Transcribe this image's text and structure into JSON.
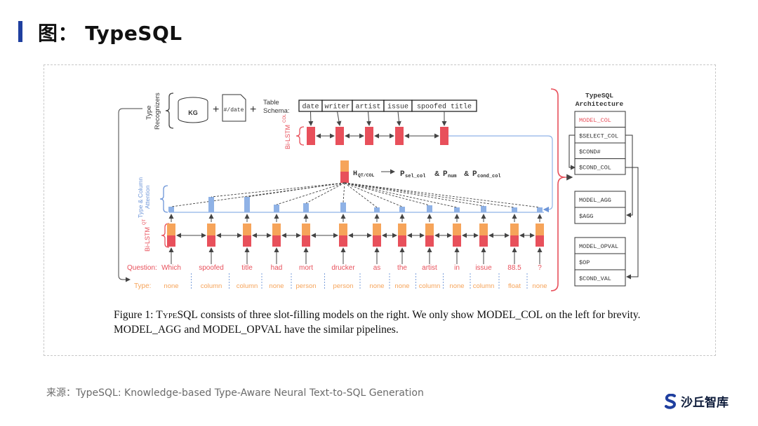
{
  "header": {
    "title": "图： TypeSQL"
  },
  "diagram": {
    "type_recognizers_label": [
      "Type",
      "Recognizers"
    ],
    "kg_label": "KG",
    "date_label": "#/date",
    "plus": "+",
    "table_schema_label": [
      "Table",
      "Schema:"
    ],
    "columns": [
      "date",
      "writer",
      "artist",
      "issue",
      "spoofed title"
    ],
    "bilstm_col_label": "Bi-LSTM",
    "bilstm_col_sup": "COL",
    "bilstm_qt_label": "Bi-LSTM",
    "bilstm_qt_sup": "QT",
    "attention_label": [
      "Type & Column",
      "Attention"
    ],
    "h_label": "H",
    "h_sub": "QT/COL",
    "p_sel": "P",
    "p_sel_sub": "sel_col",
    "p_num": "P",
    "p_num_sub": "num",
    "p_cond": "P",
    "p_cond_sub": "cond_col",
    "amp": "&",
    "question_label": "Question:",
    "type_label": "Type:",
    "tokens": [
      "Which",
      "spoofed",
      "title",
      "had",
      "mort",
      "drucker",
      "as",
      "the",
      "artist",
      "in",
      "issue",
      "88.5",
      "?"
    ],
    "types": [
      "none",
      "column",
      "column",
      "none",
      "person",
      "person",
      "none",
      "none",
      "column",
      "none",
      "column",
      "float",
      "none"
    ],
    "attention_weights": [
      0.2,
      0.9,
      0.9,
      0.35,
      0.45,
      0.5,
      0.15,
      0.2,
      0.3,
      0.15,
      0.25,
      0.15,
      0.15
    ],
    "arch_title": [
      "TypeSQL",
      "Architecture"
    ],
    "model_col": [
      "MODEL_COL",
      "$SELECT_COL",
      "$COND#",
      "$COND_COL"
    ],
    "model_agg": [
      "MODEL_AGG",
      "$AGG"
    ],
    "model_opval": [
      "MODEL_OPVAL",
      "$OP",
      "$COND_VAL"
    ],
    "colors": {
      "red": "#e8505b",
      "orange": "#f6a45a",
      "blue": "#8fb2e6",
      "line": "#444444"
    }
  },
  "caption": {
    "p1": "Figure 1: ",
    "p2": "TypeSQL",
    "p3": " consists of three slot-filling models on the right. We only show ",
    "p4": "MODEL_COL",
    "p5": " on the left for brevity. ",
    "p6": "MODEL_AGG",
    "p7": " and ",
    "p8": "MODEL_OPVAL",
    "p9": " have the similar pipelines."
  },
  "footer": {
    "source": "来源：TypeSQL: Knowledge-based Type-Aware Neural Text-to-SQL Generation",
    "brand": "沙丘智库"
  }
}
